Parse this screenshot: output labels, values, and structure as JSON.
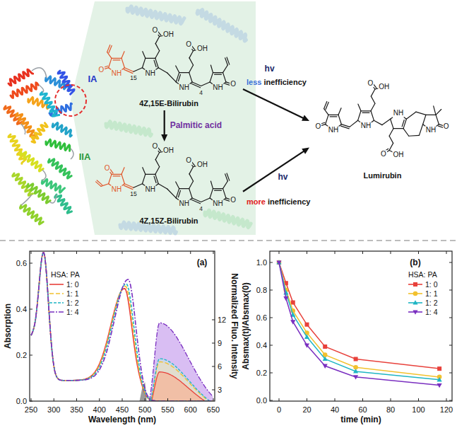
{
  "diagram": {
    "nodes": [
      {
        "text": [
          "4Z,15E-Bilirubin"
        ]
      },
      {
        "text": [
          "4Z,15Z-Bilirubin"
        ]
      },
      {
        "text": [
          "Lumirubin"
        ]
      }
    ],
    "edges": [
      {
        "from": 0,
        "to": 2,
        "arrow": "to",
        "label": "hv"
      },
      {
        "from": 0,
        "to": 1,
        "arrow": "to",
        "label": "Palmitic acid"
      },
      {
        "from": 1,
        "to": 2,
        "arrow": "to",
        "label": "hv"
      }
    ],
    "labels": [
      "IA",
      "IIA",
      "less",
      "inefficiency",
      "more",
      "inefficiency",
      "O",
      "NH",
      "15",
      "NH",
      "O",
      "OH",
      "NH",
      "O",
      "OH",
      "4",
      "NH",
      "O",
      "O",
      "NH",
      "15",
      "NH",
      "O",
      "OH",
      "NH",
      "O",
      "OH",
      "4",
      "NH",
      "O",
      "O",
      "NH",
      "NH",
      "O",
      "OH",
      "NH",
      "O",
      "OH",
      "NH",
      "O",
      "(a)",
      "Absorption",
      "Wavelength (nm)",
      "Normalized Fluo. Intensity",
      "0.0",
      "0.2",
      "0.4",
      "0.6",
      "250",
      "300",
      "350",
      "400",
      "450",
      "500",
      "550",
      "600",
      "650",
      "3",
      "6",
      "9",
      "12",
      "HSA: PA",
      "(b)",
      "Absmax(t)/Absmax(0)",
      "time (min)",
      "0.0",
      "0.2",
      "0.4",
      "0.6",
      "0.8",
      "1.0",
      "0",
      "20",
      "40",
      "60",
      "80",
      "100",
      "120",
      "HSA: PA"
    ],
    "legend": [
      {
        "text": "1: 0"
      },
      {
        "text": "1: 1"
      },
      {
        "text": "1: 2"
      },
      {
        "text": "1: 4"
      },
      {
        "text": "1: 0"
      },
      {
        "text": "1: 1"
      },
      {
        "text": "1: 2"
      },
      {
        "text": "1: 4"
      }
    ]
  }
}
